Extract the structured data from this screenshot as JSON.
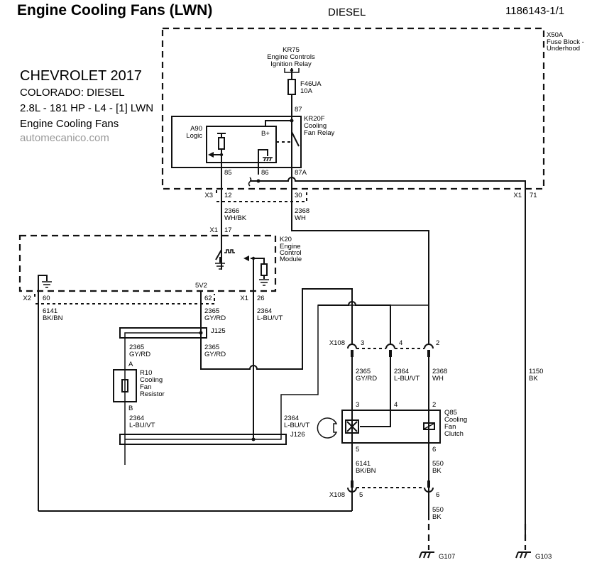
{
  "header": {
    "title": "Engine Cooling Fans (LWN)",
    "variant": "DIESEL",
    "doc_id": "1186143-1/1"
  },
  "vehicle_info": {
    "make_year": "CHEVROLET 2017",
    "model": "COLORADO: DIESEL",
    "engine": "2.8L - 181 HP - L4 - [1] LWN",
    "system": "Engine Cooling Fans",
    "source": "automecanico.com"
  },
  "components": {
    "x50a": {
      "id": "X50A",
      "name_1": "Fuse Block -",
      "name_2": "Underhood"
    },
    "kr75": {
      "id": "KR75",
      "name_1": "Engine Controls",
      "name_2": "Ignition Relay"
    },
    "f46ua": {
      "id": "F46UA",
      "rating": "10A"
    },
    "kr20f": {
      "id": "KR20F",
      "name_1": "Cooling",
      "name_2": "Fan Relay",
      "pin_87": "87",
      "pin_87a": "87A",
      "pin_85": "85",
      "pin_86": "86"
    },
    "a90": {
      "id": "A90",
      "name": "Logic",
      "bplus": "B+"
    },
    "k20": {
      "id": "K20",
      "name_1": "Engine",
      "name_2": "Control",
      "name_3": "Module",
      "ref_5v2": "5V2"
    },
    "r10": {
      "id": "R10",
      "name_1": "Cooling",
      "name_2": "Fan",
      "name_3": "Resistor",
      "pin_a": "A",
      "pin_b": "B"
    },
    "q85": {
      "id": "Q85",
      "name_1": "Cooling",
      "name_2": "Fan",
      "name_3": "Clutch",
      "pin_3": "3",
      "pin_4": "4",
      "pin_2": "2",
      "pin_5": "5",
      "pin_6": "6"
    },
    "j125": {
      "id": "J125"
    },
    "j126": {
      "id": "J126"
    }
  },
  "connectors": {
    "x3": {
      "id": "X3",
      "pin_12": "12",
      "pin_30": "30"
    },
    "x1_71": {
      "id": "X1",
      "pin": "71"
    },
    "x1_17": {
      "id": "X1",
      "pin": "17"
    },
    "x1_26": {
      "id": "X1",
      "pin": "26"
    },
    "x2": {
      "id": "X2",
      "pin_60": "60",
      "pin_62": "62"
    },
    "x108_top": {
      "id": "X108",
      "pin_3": "3",
      "pin_4": "4",
      "pin_2": "2"
    },
    "x108_bottom": {
      "id": "X108",
      "pin_5": "5",
      "pin_6": "6"
    }
  },
  "wires": {
    "w2366": {
      "circuit": "2366",
      "color": "WH/BK"
    },
    "w2368_a": {
      "circuit": "2368",
      "color": "WH"
    },
    "w6141_a": {
      "circuit": "6141",
      "color": "BK/BN"
    },
    "w2365_a": {
      "circuit": "2365",
      "color": "GY/RD"
    },
    "w2364_a": {
      "circuit": "2364",
      "color": "L-BU/VT"
    },
    "w2365_b": {
      "circuit": "2365",
      "color": "GY/RD"
    },
    "w2365_c": {
      "circuit": "2365",
      "color": "GY/RD"
    },
    "w2364_b": {
      "circuit": "2364",
      "color": "L-BU/VT"
    },
    "w2364_c": {
      "circuit": "2364",
      "color": "L-BU/VT"
    },
    "w2365_d": {
      "circuit": "2365",
      "color": "GY/RD"
    },
    "w2364_d": {
      "circuit": "2364",
      "color": "L-BU/VT"
    },
    "w2368_b": {
      "circuit": "2368",
      "color": "WH"
    },
    "w1150": {
      "circuit": "1150",
      "color": "BK"
    },
    "w6141_b": {
      "circuit": "6141",
      "color": "BK/BN"
    },
    "w550_a": {
      "circuit": "550",
      "color": "BK"
    },
    "w550_b": {
      "circuit": "550",
      "color": "BK"
    }
  },
  "grounds": {
    "g107": "G107",
    "g103": "G103"
  }
}
